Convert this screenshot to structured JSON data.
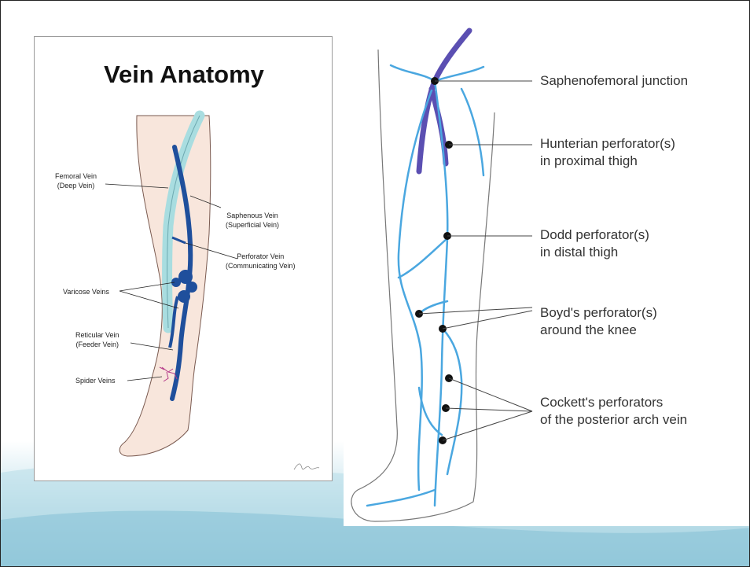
{
  "left_panel": {
    "title": "Vein Anatomy",
    "labels": {
      "femoral_1": "Femoral Vein",
      "femoral_2": "(Deep Vein)",
      "saphenous_1": "Saphenous Vein",
      "saphenous_2": "(Superficial Vein)",
      "perforator_1": "Perforator Vein",
      "perforator_2": "(Communicating Vein)",
      "varicose": "Varicose Veins",
      "reticular_1": "Reticular Vein",
      "reticular_2": "(Feeder Vein)",
      "spider": "Spider Veins"
    }
  },
  "right_panel": {
    "labels": {
      "saphenofemoral": "Saphenofemoral junction",
      "hunterian_1": "Hunterian perforator(s)",
      "hunterian_2": "in proximal thigh",
      "dodd_1": "Dodd perforator(s)",
      "dodd_2": "in distal thigh",
      "boyd_1": "Boyd's perforator(s)",
      "boyd_2": "around the knee",
      "cockett_1": "Cockett's perforators",
      "cockett_2": "of the posterior arch vein"
    }
  },
  "colors": {
    "deep_vein": "#a9dde0",
    "superficial_vein": "#1f4f9c",
    "skin": "#f8e6dc",
    "right_vein": "#4aa7e0",
    "saphenous_dark": "#5b4fb2",
    "spider": "#b53c8a"
  }
}
